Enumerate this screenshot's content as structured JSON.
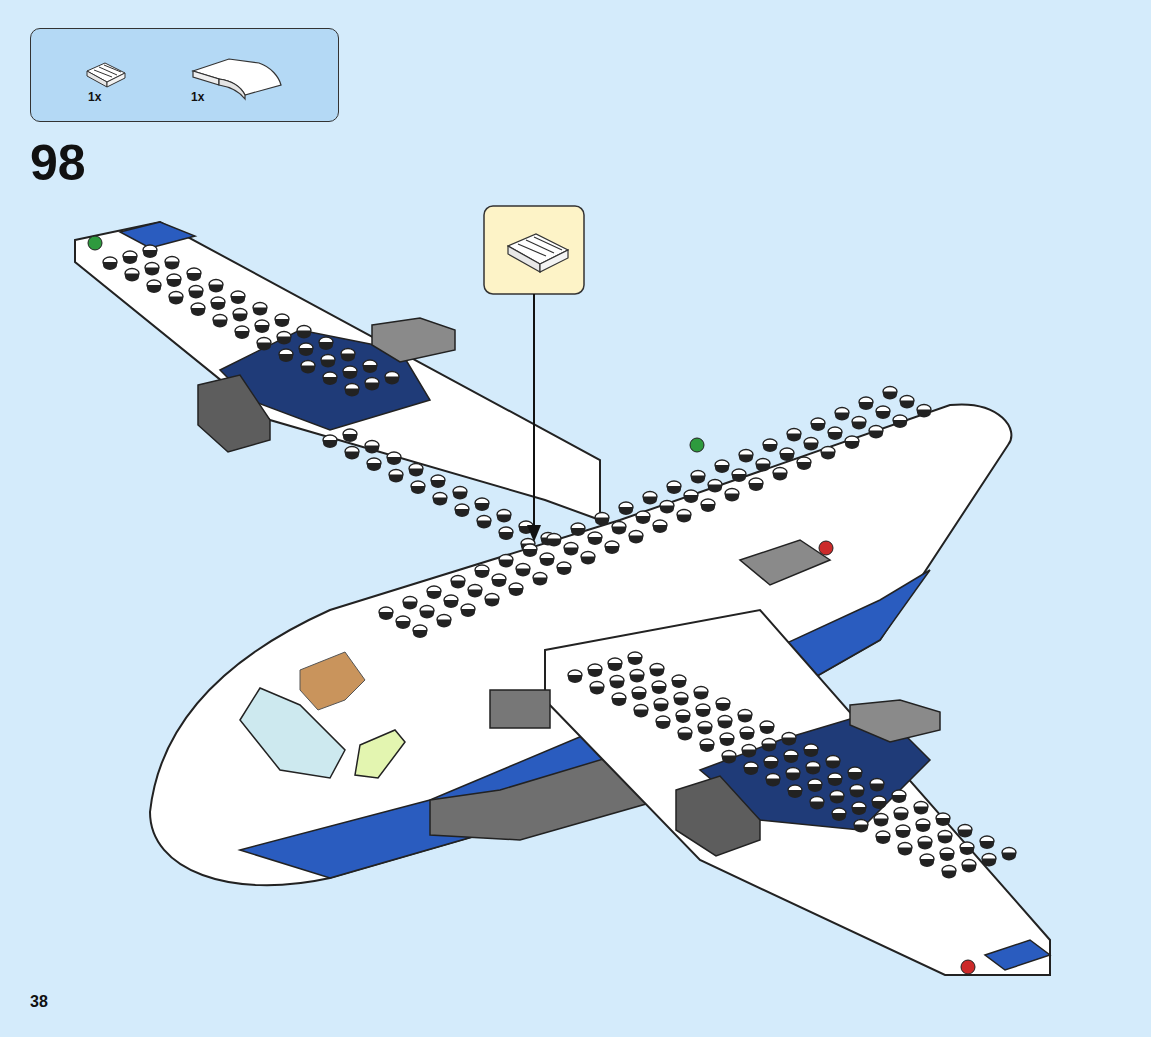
{
  "diagram": {
    "nodes": [
      {
        "text": [
          "1x",
          "1x"
        ]
      }
    ],
    "labels": [
      "98",
      "38"
    ]
  }
}
